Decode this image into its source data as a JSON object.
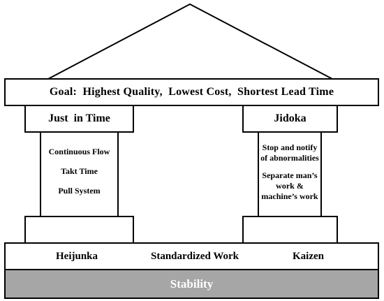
{
  "goal": {
    "text": "Goal:  Highest Quality,  Lowest Cost,  Shortest Lead Time"
  },
  "pillars": {
    "left": {
      "title": "Just  in Time",
      "items": [
        "Continuous Flow",
        "Takt Time",
        "Pull System"
      ]
    },
    "right": {
      "title": "Jidoka",
      "items": [
        "Stop and notify of abnormalities",
        "Separate man’s work & machine’s work"
      ]
    }
  },
  "foundation": {
    "items": [
      "Heijunka",
      "Standardized Work",
      "Kaizen"
    ]
  },
  "base": {
    "label": "Stability",
    "fill_color": "#a6a6a6"
  }
}
